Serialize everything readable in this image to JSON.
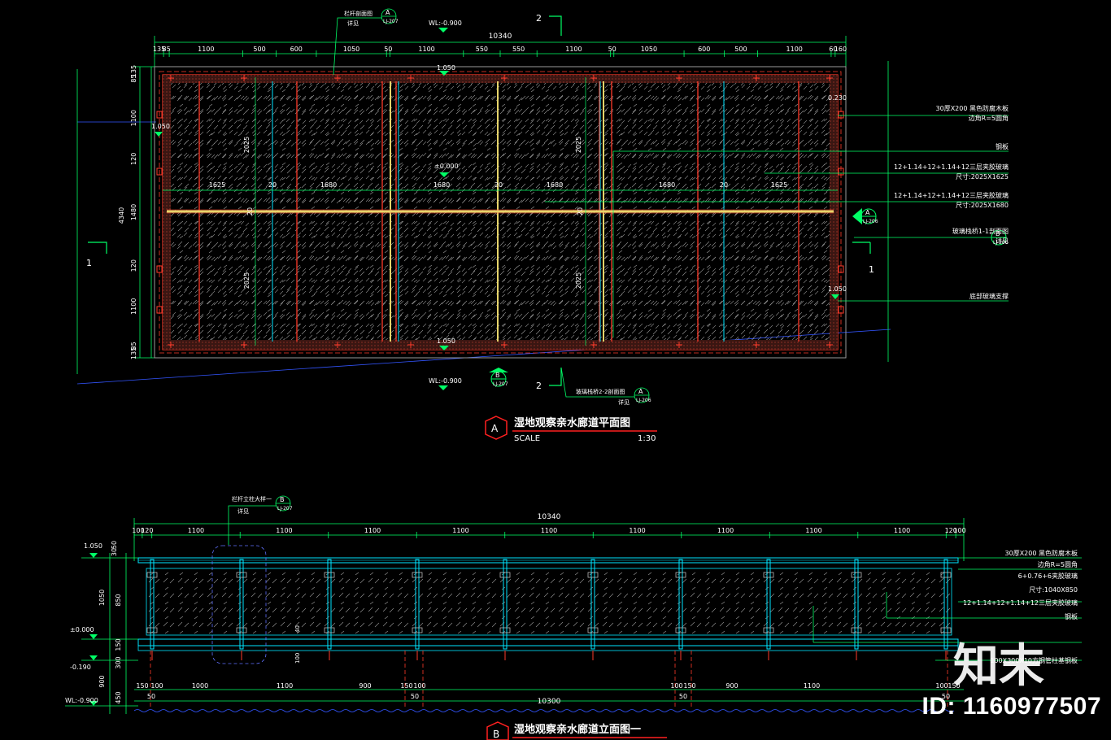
{
  "colors": {
    "background": "#000000",
    "dim": "#00ff66",
    "frame": "#ff3a2a",
    "glass": "#00e5ff",
    "gold": "#e6d46a",
    "text": "#ffffff",
    "accent": "#ff2020",
    "blueline": "#3355ff"
  },
  "plan": {
    "top_dims": [
      "135",
      "85",
      "1100",
      "500",
      "600",
      "1050",
      "50",
      "1100",
      "550",
      "550",
      "1100",
      "50",
      "1050",
      "600",
      "500",
      "1100",
      "60",
      "160"
    ],
    "overall_dim": "10340",
    "left_dims": [
      "135",
      "85",
      "1100",
      "120",
      "1480",
      "120",
      "1100",
      "85",
      "135"
    ],
    "left_total": "4340",
    "mid_dims": [
      "1625",
      "20",
      "1680",
      "1680",
      "20",
      "1680",
      "1680",
      "20",
      "1625"
    ],
    "inner_dims": [
      "2025",
      "2025",
      "2025",
      "2025",
      "20",
      "20"
    ],
    "levels": {
      "top": "1.050",
      "left": "1.050",
      "center": "±0.000",
      "right": "1.050",
      "bottom": "1.050",
      "right_top": "0.230",
      "wl_top": "WL:-0.900",
      "wl_bottom": "WL:-0.900"
    },
    "section_marks": {
      "s1_left": "1",
      "s1_right": "1",
      "s2_top": "2",
      "s2_bottom": "2"
    },
    "callout_top": {
      "text": "栏杆剖面图",
      "sub": "详见",
      "bubble_letter": "A",
      "bubble_ref": "LJ-207"
    },
    "callout_bottom": {
      "text": "玻璃栈桥2-2剖面图",
      "sub": "详见",
      "bubble_letter": "A",
      "bubble_ref": "LJ-206"
    },
    "right_labels": [
      {
        "text": "30厚X200  黑色防腐木板",
        "sub": "边角R=5圆角"
      },
      {
        "text": "钢板",
        "sub": ""
      },
      {
        "text": "12+1.14+12+1.14+12三层夹胶玻璃",
        "sub": "尺寸:2025X1625"
      },
      {
        "text": "12+1.14+12+1.14+12三层夹胶玻璃",
        "sub": "尺寸:2025X1680"
      },
      {
        "text": "玻璃栈桥1-1剖面图",
        "sub": "详见"
      },
      {
        "text": "底部玻璃支撑",
        "sub": ""
      }
    ],
    "right_bubble_a": {
      "letter": "A",
      "ref": "LJ-206"
    },
    "right_bubble_b": {
      "letter": "B",
      "ref": "LJ-206"
    },
    "bottom_bubble": {
      "letter": "B",
      "ref": "LJ-207"
    },
    "title": {
      "letter": "A",
      "name": "湿地观察亲水廊道平面图",
      "scale_label": "SCALE",
      "scale": "1:30"
    }
  },
  "elevation": {
    "top_dims": [
      "100",
      "120",
      "1100",
      "1100",
      "1100",
      "1100",
      "1100",
      "1100",
      "1100",
      "1100",
      "1100",
      "120",
      "100"
    ],
    "overall_dim": "10340",
    "left_levels": [
      "1.050",
      "±0.000",
      "-0.190",
      "WL:-0.900"
    ],
    "left_dims": [
      "50",
      "30",
      "850",
      "1050",
      "150",
      "300",
      "900",
      "450"
    ],
    "bottom_dims": [
      "150",
      "100",
      "1000",
      "1100",
      "900",
      "150",
      "100",
      "100",
      "150",
      "900",
      "1100",
      "100",
      "150"
    ],
    "bottom_small": [
      "50",
      "50",
      "50",
      "50"
    ],
    "bottom_total": "10300",
    "small_vert": [
      "40",
      "100"
    ],
    "callout": {
      "text": "栏杆立柱大样一",
      "sub": "详见",
      "bubble_letter": "B",
      "bubble_ref": "LJ-207"
    },
    "right_labels": [
      {
        "text": "30厚X200  黑色防腐木板"
      },
      {
        "text": "边角R=5圆角"
      },
      {
        "text": "6+0.76+6夹胶玻璃"
      },
      {
        "text": "尺寸:1040X850"
      },
      {
        "text": "12+1.14+12+1.14+12三层夹胶玻璃"
      },
      {
        "text": "钢板"
      },
      {
        "text": "100X300X10方钢管柱基钢板"
      }
    ],
    "title": {
      "letter": "B",
      "name": "湿地观察亲水廊道立面图一"
    }
  },
  "watermark": {
    "logo": "知末",
    "id": "ID: 1160977507"
  }
}
